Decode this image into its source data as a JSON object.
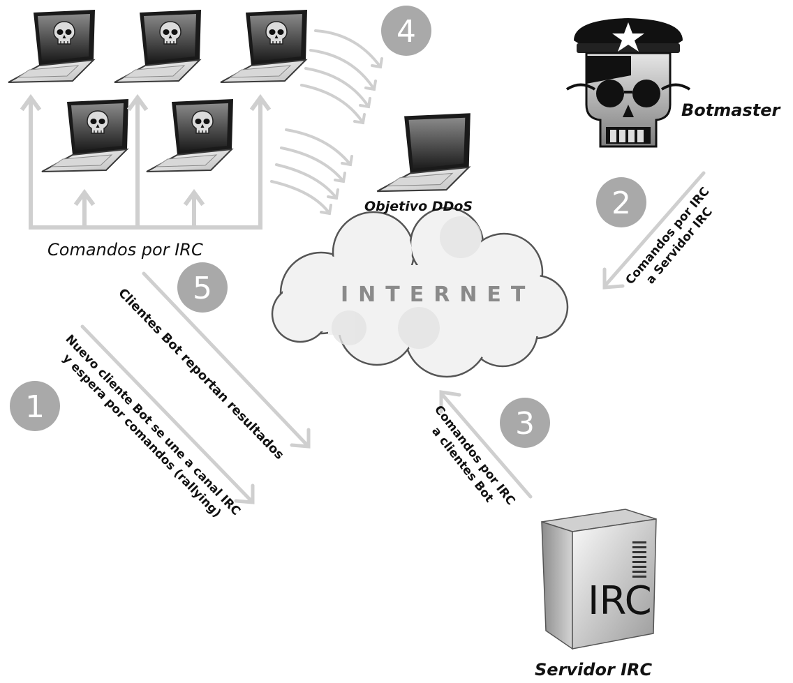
{
  "labels": {
    "botmaster": "Botmaster",
    "target": "Objetivo DDoS",
    "commands_irc": "Comandos por IRC",
    "internet": "INTERNET",
    "irc_server_caption": "Servidor IRC",
    "irc_box_text": "IRC"
  },
  "steps": {
    "s1": {
      "number": "1",
      "line1": "Nuevo cliente Bot se une a canal IRC",
      "line2": "y espera por comandos (rallying)"
    },
    "s2": {
      "number": "2",
      "line1": "Comandos por IRC",
      "line2": "a Servidor IRC"
    },
    "s3": {
      "number": "3",
      "line1": "Comandos por IRC",
      "line2": "a clientes Bot"
    },
    "s4": {
      "number": "4"
    },
    "s5": {
      "number": "5",
      "line1": "Clientes Bot reportan resultados"
    }
  },
  "colors": {
    "arrow": "#cfcfcf",
    "step_circle": "#a9a9a9",
    "cloud_fill": "#f2f2f2",
    "cloud_stroke": "#555555"
  },
  "icons": {
    "bot": "laptop-skull-icon",
    "target": "laptop-icon",
    "botmaster": "skull-botmaster-icon",
    "server": "server-tower-icon"
  }
}
